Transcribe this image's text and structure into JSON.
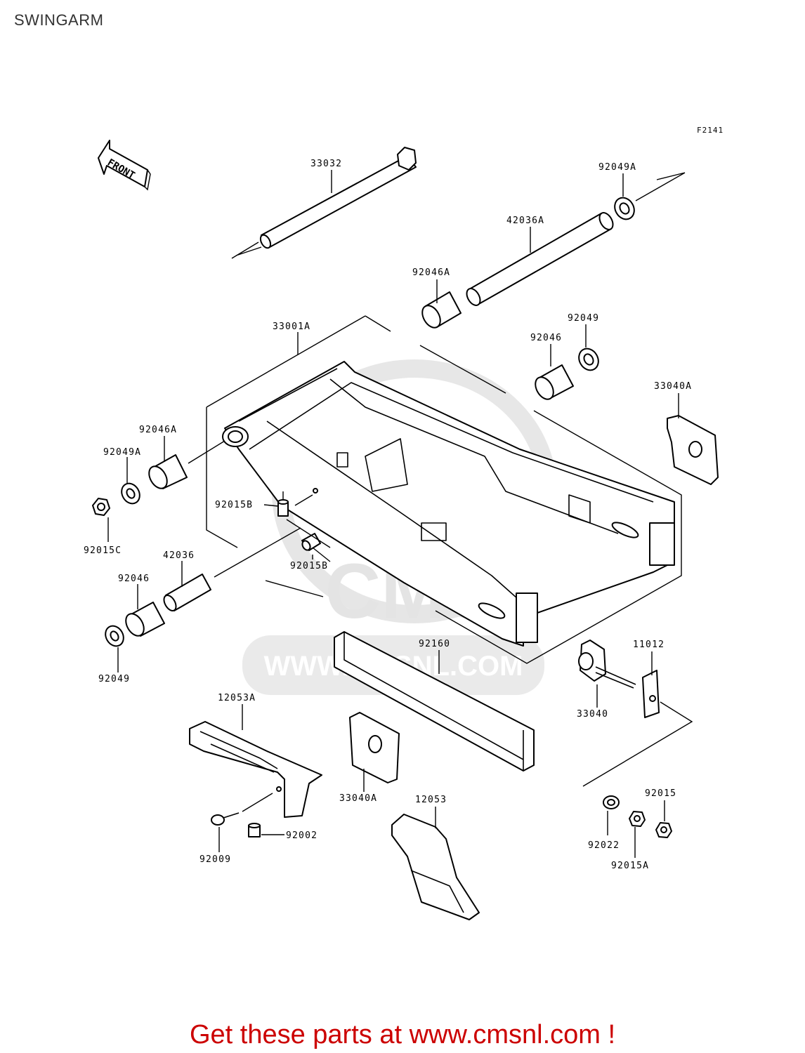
{
  "title": "SWINGARM",
  "figure_code": "F2141",
  "front_label": "FRONT",
  "watermark": {
    "logo": "CMS",
    "url": "WWW.CMSNL.COM"
  },
  "promo": {
    "text": "Get these parts at www.cmsnl.com !",
    "color": "#cc0000"
  },
  "parts": {
    "p33032": "33032",
    "p92049A_top": "92049A",
    "p42036A": "42036A",
    "p92046A_top": "92046A",
    "p33001A": "33001A",
    "p92049_top": "92049",
    "p92046_top": "92046",
    "p33040A_right": "33040A",
    "p92046A_left": "92046A",
    "p92049A_left": "92049A",
    "p92015B_a": "92015B",
    "p92015C": "92015C",
    "p42036": "42036",
    "p92015B_b": "92015B",
    "p92046_left": "92046",
    "p92049_left": "92049",
    "p92160": "92160",
    "p11012": "11012",
    "p33040": "33040",
    "p12053A": "12053A",
    "p33040A_bottom": "33040A",
    "p12053": "12053",
    "p92015": "92015",
    "p92022": "92022",
    "p92015A": "92015A",
    "p92002": "92002",
    "p92009": "92009"
  }
}
